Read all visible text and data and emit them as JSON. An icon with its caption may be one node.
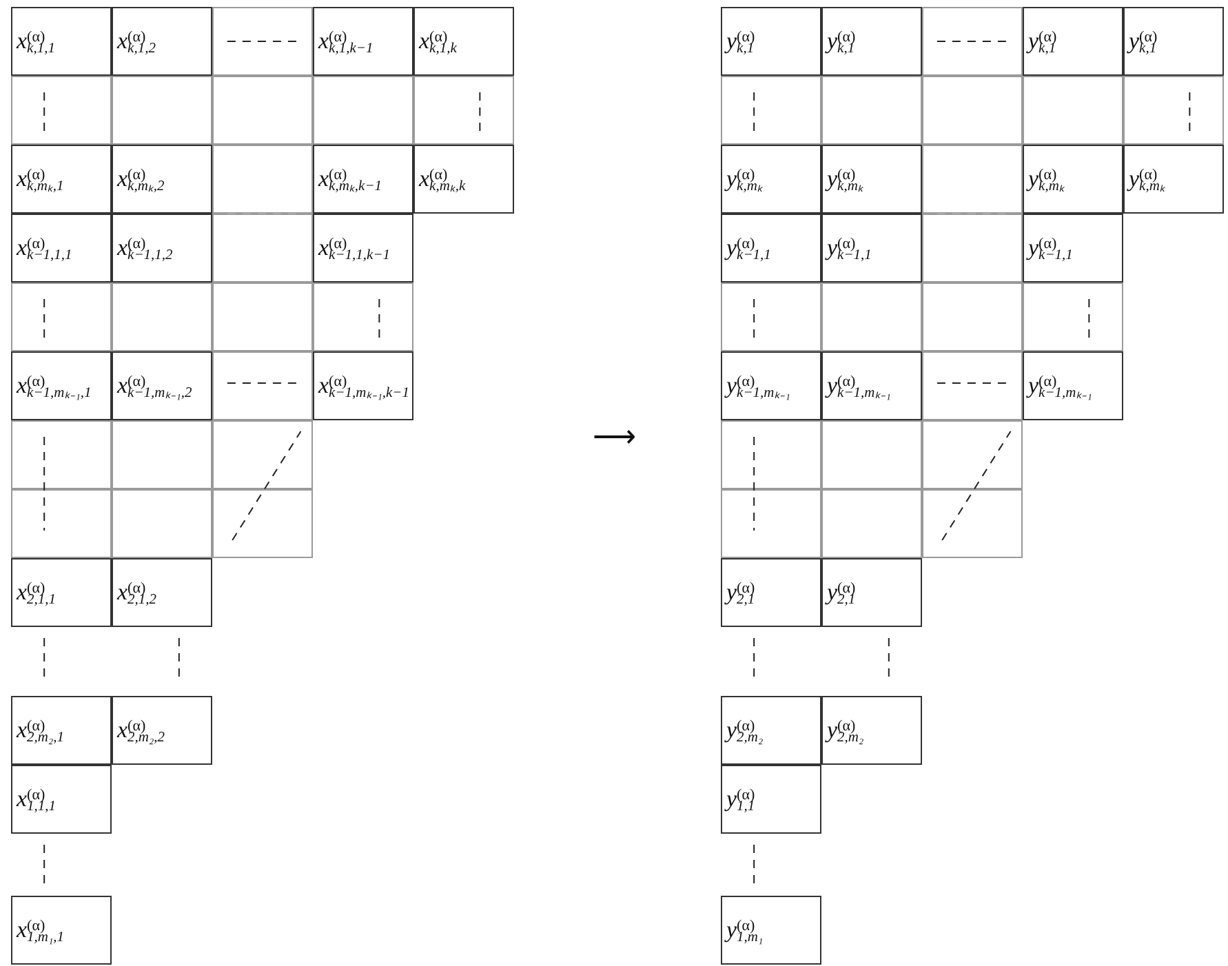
{
  "diagram": {
    "nodes": [
      {
        "text": [
          "x$^{(α)}$$_{k,1,1}$"
        ]
      },
      {
        "text": [
          "x$^{(α)}$$_{k,1,2}$"
        ]
      },
      {
        "text": [],
        "shape": "box"
      },
      {
        "text": [
          "x$^{(α)}$$_{k,1,k−1}$"
        ]
      },
      {
        "text": [
          "x$^{(α)}$$_{k,1,k}$"
        ]
      },
      {
        "text": [],
        "shape": "box"
      },
      {
        "text": [],
        "shape": "box"
      },
      {
        "text": [],
        "shape": "box"
      },
      {
        "text": [],
        "shape": "box"
      },
      {
        "text": [],
        "shape": "box"
      },
      {
        "text": [
          "x$^{(α)}$$_{k,mₖ,1}$"
        ]
      },
      {
        "text": [
          "x$^{(α)}$$_{k,mₖ,2}$"
        ]
      },
      {
        "text": [],
        "shape": "box"
      },
      {
        "text": [
          "x$^{(α)}$$_{k,mₖ,k−1}$"
        ]
      },
      {
        "text": [
          "x$^{(α)}$$_{k,mₖ,k}$"
        ]
      },
      {
        "text": [
          "x$^{(α)}$$_{k−1,1,1}$"
        ]
      },
      {
        "text": [
          "x$^{(α)}$$_{k−1,1,2}$"
        ]
      },
      {
        "text": [],
        "shape": "box"
      },
      {
        "text": [
          "x$^{(α)}$$_{k−1,1,k−1}$"
        ]
      },
      {
        "text": [],
        "shape": "box"
      },
      {
        "text": [],
        "shape": "box"
      },
      {
        "text": [],
        "shape": "box"
      },
      {
        "text": [],
        "shape": "box"
      },
      {
        "text": [
          "x$^{(α)}$$_{k−1,mₖ₋₁,1}$"
        ]
      },
      {
        "text": [
          "x$^{(α)}$$_{k−1,mₖ₋₁,2}$"
        ]
      },
      {
        "text": [],
        "shape": "box"
      },
      {
        "text": [
          "x$^{(α)}$$_{k−1,mₖ₋₁,k−1}$"
        ]
      },
      {
        "text": [],
        "shape": "box"
      },
      {
        "text": [],
        "shape": "box"
      },
      {
        "text": [],
        "shape": "box"
      },
      {
        "text": [],
        "shape": "box"
      },
      {
        "text": [],
        "shape": "box"
      },
      {
        "text": [],
        "shape": "box"
      },
      {
        "text": [
          "x$^{(α)}$$_{2,1,1}$"
        ]
      },
      {
        "text": [
          "x$^{(α)}$$_{2,1,2}$"
        ]
      },
      {
        "text": [
          "x$^{(α)}$$_{2,m₂,1}$"
        ]
      },
      {
        "text": [
          "x$^{(α)}$$_{2,m₂,2}$"
        ]
      },
      {
        "text": [
          "x$^{(α)}$$_{1,1,1}$"
        ]
      },
      {
        "text": [
          "x$^{(α)}$$_{1,m₁,1}$"
        ]
      },
      {
        "text": [
          "y$^{(α)}$$_{k,1}$"
        ]
      },
      {
        "text": [
          "y$^{(α)}$$_{k,1}$"
        ]
      },
      {
        "text": [],
        "shape": "box"
      },
      {
        "text": [
          "y$^{(α)}$$_{k,1}$"
        ]
      },
      {
        "text": [
          "y$^{(α)}$$_{k,1}$"
        ]
      },
      {
        "text": [],
        "shape": "box"
      },
      {
        "text": [],
        "shape": "box"
      },
      {
        "text": [],
        "shape": "box"
      },
      {
        "text": [],
        "shape": "box"
      },
      {
        "text": [],
        "shape": "box"
      },
      {
        "text": [
          "y$^{(α)}$$_{k,mₖ}$"
        ]
      },
      {
        "text": [
          "y$^{(α)}$$_{k,mₖ}$"
        ]
      },
      {
        "text": [],
        "shape": "box"
      },
      {
        "text": [
          "y$^{(α)}$$_{k,mₖ}$"
        ]
      },
      {
        "text": [
          "y$^{(α)}$$_{k,mₖ}$"
        ]
      },
      {
        "text": [
          "y$^{(α)}$$_{k−1,1}$"
        ]
      },
      {
        "text": [
          "y$^{(α)}$$_{k−1,1}$"
        ]
      },
      {
        "text": [],
        "shape": "box"
      },
      {
        "text": [
          "y$^{(α)}$$_{k−1,1}$"
        ]
      },
      {
        "text": [],
        "shape": "box"
      },
      {
        "text": [],
        "shape": "box"
      },
      {
        "text": [],
        "shape": "box"
      },
      {
        "text": [],
        "shape": "box"
      },
      {
        "text": [
          "y$^{(α)}$$_{k−1,mₖ₋₁}$"
        ]
      },
      {
        "text": [
          "y$^{(α)}$$_{k−1,mₖ₋₁}$"
        ]
      },
      {
        "text": [],
        "shape": "box"
      },
      {
        "text": [
          "y$^{(α)}$$_{k−1,mₖ₋₁}$"
        ]
      },
      {
        "text": [],
        "shape": "box"
      },
      {
        "text": [],
        "shape": "box"
      },
      {
        "text": [],
        "shape": "box"
      },
      {
        "text": [],
        "shape": "box"
      },
      {
        "text": [],
        "shape": "box"
      },
      {
        "text": [],
        "shape": "box"
      },
      {
        "text": [
          "y$^{(α)}$$_{2,1}$"
        ]
      },
      {
        "text": [
          "y$^{(α)}$$_{2,1}$"
        ]
      },
      {
        "text": [
          "y$^{(α)}$$_{2,m₂}$"
        ]
      },
      {
        "text": [
          "y$^{(α)}$$_{2,m₂}$"
        ]
      },
      {
        "text": [
          "y$^{(α)}$$_{1,1}$"
        ]
      },
      {
        "text": [
          "y$^{(α)}$$_{1,m₁}$"
        ]
      }
    ],
    "labels": [
      "⟶"
    ]
  }
}
